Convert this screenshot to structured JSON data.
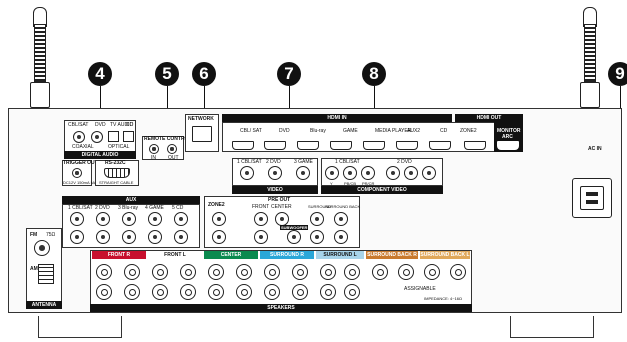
{
  "callouts": [
    "4",
    "5",
    "6",
    "7",
    "8",
    "9"
  ],
  "network": {
    "label": "NETWORK"
  },
  "hdmi": {
    "header": "HDMI IN",
    "header_out": "HDMI OUT",
    "inputs": [
      "CBL/ SAT",
      "DVD",
      "Blu-ray",
      "GAME",
      "MEDIA PLAYER",
      "AUX2",
      "CD"
    ],
    "zone2": "ZONE2",
    "monitor": "MONITOR",
    "arc": "ARC"
  },
  "digital_audio": {
    "header": "DIGITAL AUDIO",
    "inputs": [
      "CBL/SAT",
      "DVD",
      "TV AUDIO",
      "CD"
    ],
    "types": [
      "COAXIAL",
      "OPTICAL"
    ]
  },
  "trigger_out": {
    "header": "TRIGGER OUT",
    "note": "DC12V 150mA MAX."
  },
  "rs232c": {
    "header": "RS-232C",
    "note": "STRAIGHT CABLE"
  },
  "remote_control": {
    "header": "REMOTE CONTROL",
    "in": "IN",
    "out": "OUT"
  },
  "video": {
    "header": "VIDEO",
    "inputs": [
      "1 CBL/SAT",
      "2 DVD",
      "3 GAME"
    ]
  },
  "component_video": {
    "header": "COMPONENT VIDEO",
    "inputs": [
      "1 CBL/SAT",
      "2 DVD"
    ],
    "channels": [
      "Y",
      "PB/CB",
      "PR/CR"
    ]
  },
  "aux": {
    "header": "AUX",
    "inputs": [
      "1 CBL/SAT",
      "2 DVD",
      "3 Blu-ray",
      "4 GAME",
      "5 CD"
    ]
  },
  "pre_out": {
    "header": "PRE OUT",
    "zone2": "ZONE2",
    "channels": [
      "FRONT",
      "CENTER",
      "SURROUND",
      "SURROUND BACK"
    ],
    "subwoofer": "SUBWOOFER"
  },
  "antenna": {
    "label": "ANTENNA",
    "fm": "FM",
    "fm_impedance": "75Ω",
    "am": "AM"
  },
  "speakers": {
    "label": "SPEAKERS",
    "groups": [
      {
        "name": "FRONT",
        "side": "R",
        "color": "#c8102e"
      },
      {
        "name": "FRONT",
        "side": "L",
        "color": "#ffffff"
      },
      {
        "name": "CENTER",
        "side": "",
        "color": "#0a8a4f"
      },
      {
        "name": "SURROUND",
        "side": "R",
        "color": "#2aa7d8"
      },
      {
        "name": "SURROUND",
        "side": "L",
        "color": "#a7d4ea"
      },
      {
        "name": "SURROUND BACK",
        "side": "R",
        "color": "#c97a2e"
      },
      {
        "name": "SURROUND BACK",
        "side": "L",
        "color": "#e0a85a"
      }
    ],
    "assignable": "ASSIGNABLE",
    "impedance": "IMPEDANCE: 4~16Ω"
  },
  "ac_in": {
    "label": "AC IN"
  }
}
